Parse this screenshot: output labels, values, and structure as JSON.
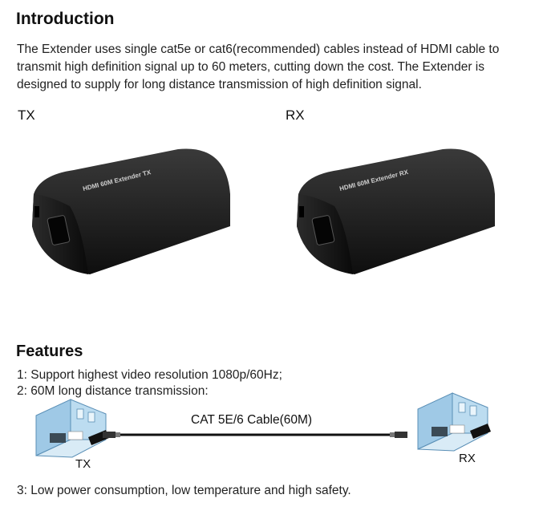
{
  "intro": {
    "heading": "Introduction",
    "text": "The Extender uses single cat5e or cat6(recommended) cables instead of HDMI cable to transmit high definition signal up to 60 meters, cutting down the cost. The Extender is designed to supply for long distance transmission of high definition signal."
  },
  "products": {
    "tx_label": "TX",
    "rx_label": "RX",
    "tx_device_text": "HDMI 60M Extender TX",
    "rx_device_text": "HDMI 60M Extender RX"
  },
  "features": {
    "heading": "Features",
    "items": [
      "1: Support highest video resolution 1080p/60Hz;",
      "2: 60M long distance transmission:",
      "3: Low power consumption, low temperature and high safety."
    ]
  },
  "diagram": {
    "cable_label": "CAT 5E/6 Cable(60M)",
    "left_label": "TX",
    "right_label": "RX"
  },
  "colors": {
    "device_body": "#1c1c1c",
    "room_wall": "#7ab3d6",
    "cable": "#111111"
  }
}
